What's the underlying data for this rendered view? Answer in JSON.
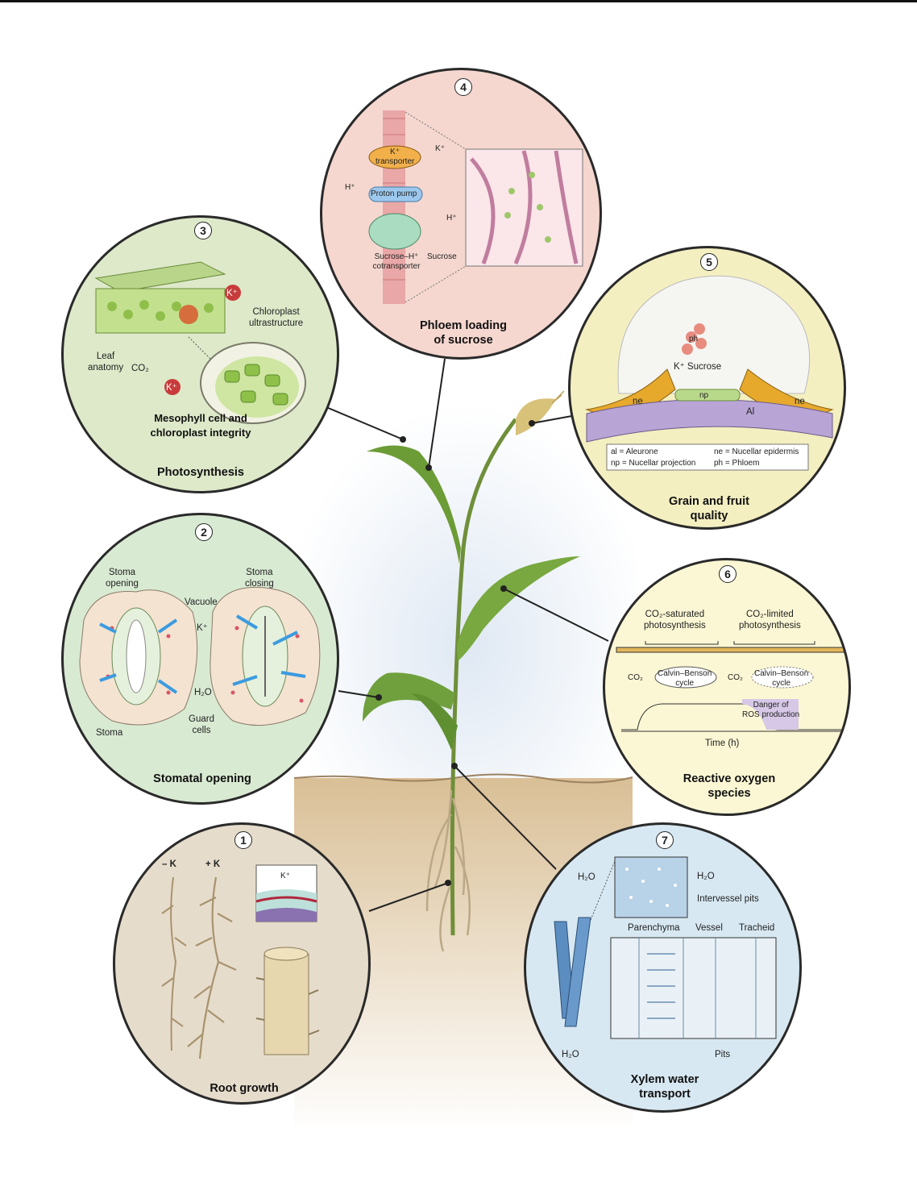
{
  "c1": {
    "num": "1",
    "title": "Root growth",
    "minus_k": "– K",
    "plus_k": "+ K",
    "kplus": "K⁺"
  },
  "c2": {
    "num": "2",
    "title": "Stomatal opening",
    "stoma_opening": "Stoma\nopening",
    "stoma_closing": "Stoma\nclosing",
    "vacuole": "Vacuole",
    "kplus": "K⁺",
    "h2o": "H₂O",
    "guard_cells": "Guard\ncells",
    "stoma": "Stoma"
  },
  "c3": {
    "num": "3",
    "subtitle": "Mesophyll cell and\nchloroplast integrity",
    "title": "Photosynthesis",
    "chloroplast": "Chloroplast\nultrastructure",
    "leaf_anatomy": "Leaf\nanatomy",
    "co2": "CO₂",
    "kplus": "K⁺"
  },
  "c4": {
    "num": "4",
    "title": "Phloem loading\nof sucrose",
    "k_transporter": "K⁺\ntransporter",
    "kplus": "K⁺",
    "hplus": "H⁺",
    "proton_pump": "Proton pump",
    "cotransporter": "Sucrose–H⁺\ncotransporter",
    "sucrose": "Sucrose"
  },
  "c5": {
    "num": "5",
    "title": "Grain and fruit\nquality",
    "ph": "ph",
    "k_sucrose": "K⁺ Sucrose",
    "ne": "ne",
    "np": "np",
    "al": "Al",
    "legend_al": "al = Aleurone",
    "legend_np": "np = Nucellar projection",
    "legend_ne": "ne = Nucellar epidermis",
    "legend_ph": "ph = Phloem"
  },
  "c6": {
    "num": "6",
    "title": "Reactive oxygen\nspecies",
    "co2_saturated": "CO₂-saturated\nphotosynthesis",
    "co2_limited": "CO₂-limited\nphotosynthesis",
    "co2": "CO₂",
    "calvin": "Calvin–Benson\ncycle",
    "danger": "Danger of\nROS production",
    "time": "Time (h)"
  },
  "c7": {
    "num": "7",
    "title": "Xylem water\ntransport",
    "h2o": "H₂O",
    "intervessel": "Intervessel pits",
    "parenchyma": "Parenchyma",
    "vessel": "Vessel",
    "tracheid": "Tracheid",
    "pits": "Pits"
  },
  "colors": {
    "c1": "#e6dccb",
    "c2": "#d9ead3",
    "c3": "#dde9c9",
    "c4": "#f5d7cf",
    "c5": "#f4efc0",
    "c6": "#fbf7d4",
    "c7": "#d7e8f2",
    "soil": "#e4cfae",
    "sky": "#dce6f2"
  }
}
